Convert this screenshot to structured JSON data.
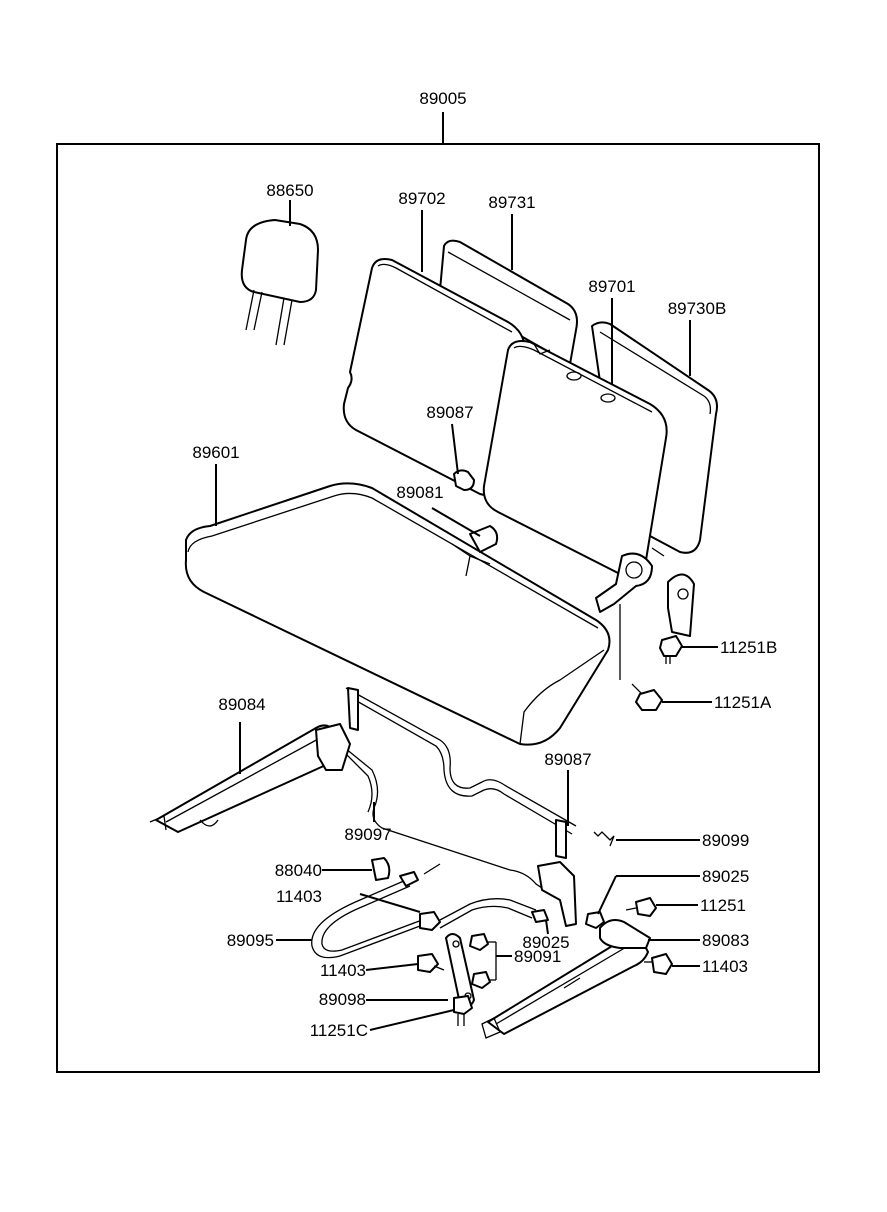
{
  "assembly": "89005",
  "callouts": {
    "headrest": "88650",
    "back_left": "89702",
    "back_left_panel": "89731",
    "back_right": "89701",
    "back_right_panel": "89730B",
    "hinge_cover_top": "89087",
    "cushion": "89601",
    "hook": "89081",
    "bolt_b": "11251B",
    "bolt_a": "11251A",
    "track_left": "89084",
    "cover_mid": "89087",
    "spring": "89099",
    "frame_wire": "89097",
    "clip": "88040",
    "nut_upper": "89025",
    "bolt_cable": "11403",
    "bolt_right": "11251",
    "cable": "89095",
    "nut_mid": "89025",
    "track_right": "89083",
    "nut_pair": "89091",
    "bolt_right_lower": "11403",
    "bolt_lower": "11403",
    "plate": "89098",
    "bolt_c": "11251C"
  }
}
